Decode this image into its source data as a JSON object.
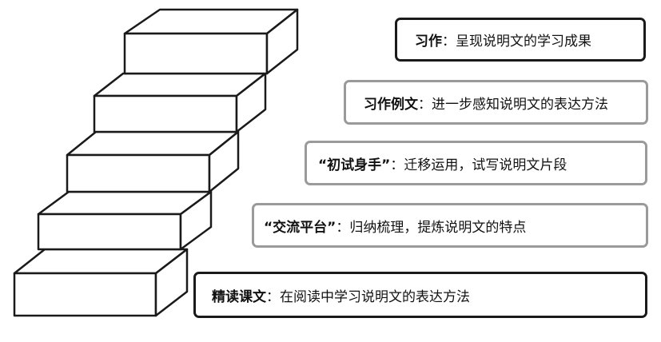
{
  "steps": [
    {
      "title": "习作",
      "sep": "：",
      "desc": "呈现说明文的学习成果",
      "border": "#1a1a1a"
    },
    {
      "title": "习作例文",
      "sep": "：",
      "desc": "进一步感知说明文的表达方法",
      "border": "#9a9a9a"
    },
    {
      "title": "“初试身手”",
      "sep": "：",
      "desc": "迁移运用，试写说明文片段",
      "border": "#9a9a9a"
    },
    {
      "title": "“交流平台”",
      "sep": "：",
      "desc": "归纳梳理，提炼说明文的特点",
      "border": "#9a9a9a"
    },
    {
      "title": "精读课文",
      "sep": "：",
      "desc": "在阅读中学习说明文的表达方法",
      "border": "#1a1a1a"
    }
  ]
}
